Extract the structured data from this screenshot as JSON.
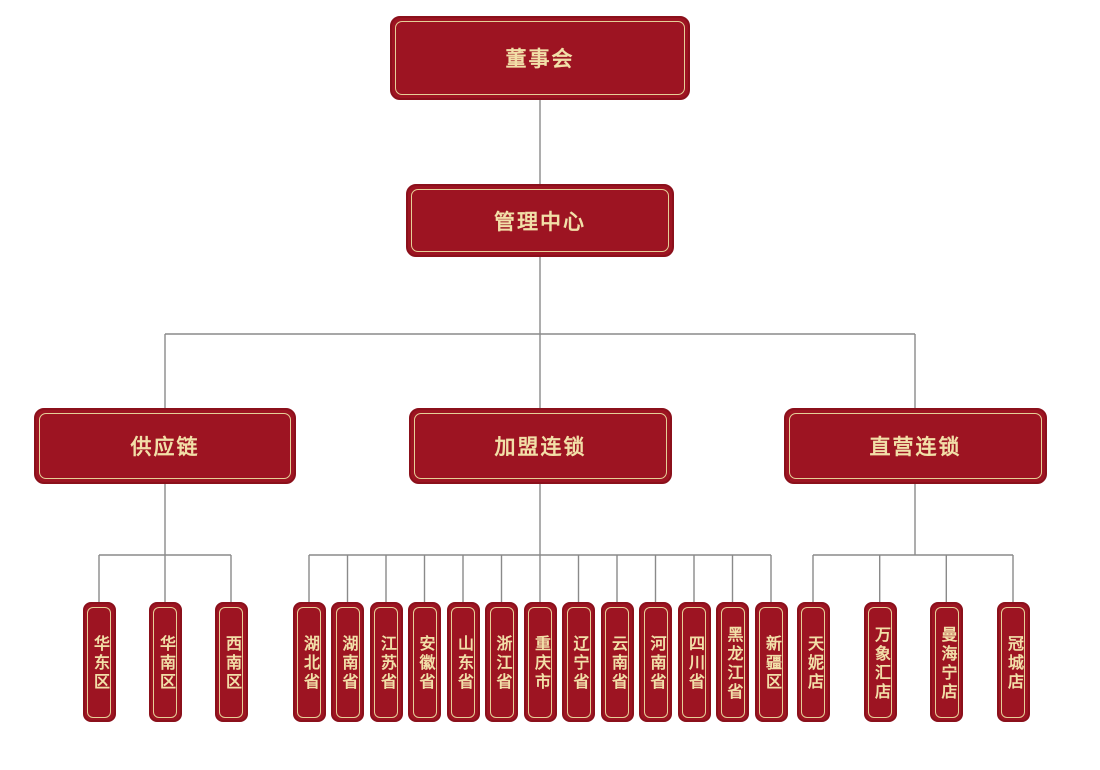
{
  "org": {
    "root": {
      "label": "董事会"
    },
    "center": {
      "label": "管理中心"
    },
    "branches": [
      {
        "label": "供应链",
        "children": [
          "华东区",
          "华南区",
          "西南区"
        ]
      },
      {
        "label": "加盟连锁",
        "children": [
          "湖北省",
          "湖南省",
          "江苏省",
          "安徽省",
          "山东省",
          "浙江省",
          "重庆市",
          "辽宁省",
          "云南省",
          "河南省",
          "四川省",
          "黑龙江省",
          "新疆区"
        ]
      },
      {
        "label": "直营连锁",
        "children": [
          "天妮店",
          "万象汇店",
          "曼海宁店",
          "冠城店"
        ]
      }
    ],
    "colors": {
      "node_fill": "#9D1422",
      "node_edge": "#8B101B",
      "inner_border": "#E6CF97",
      "text": "#F2DFA8",
      "connector": "#8A8A8A",
      "background": "#FFFFFF"
    }
  }
}
